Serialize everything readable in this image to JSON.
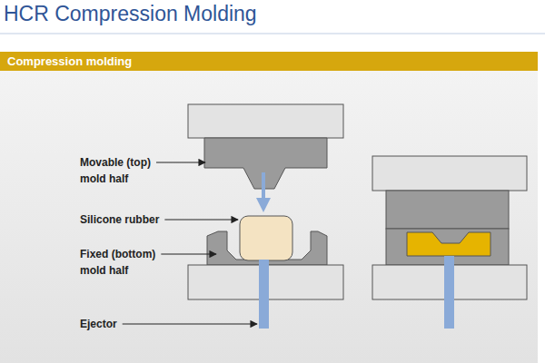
{
  "diagram": {
    "title": "HCR Compression Molding",
    "nodes": [
      {
        "text": [
          "Compression molding"
        ]
      }
    ],
    "labels": [
      "Movable (top) mold half",
      "Silicone rubber",
      "Fixed (bottom) mold half",
      "Ejector"
    ]
  }
}
